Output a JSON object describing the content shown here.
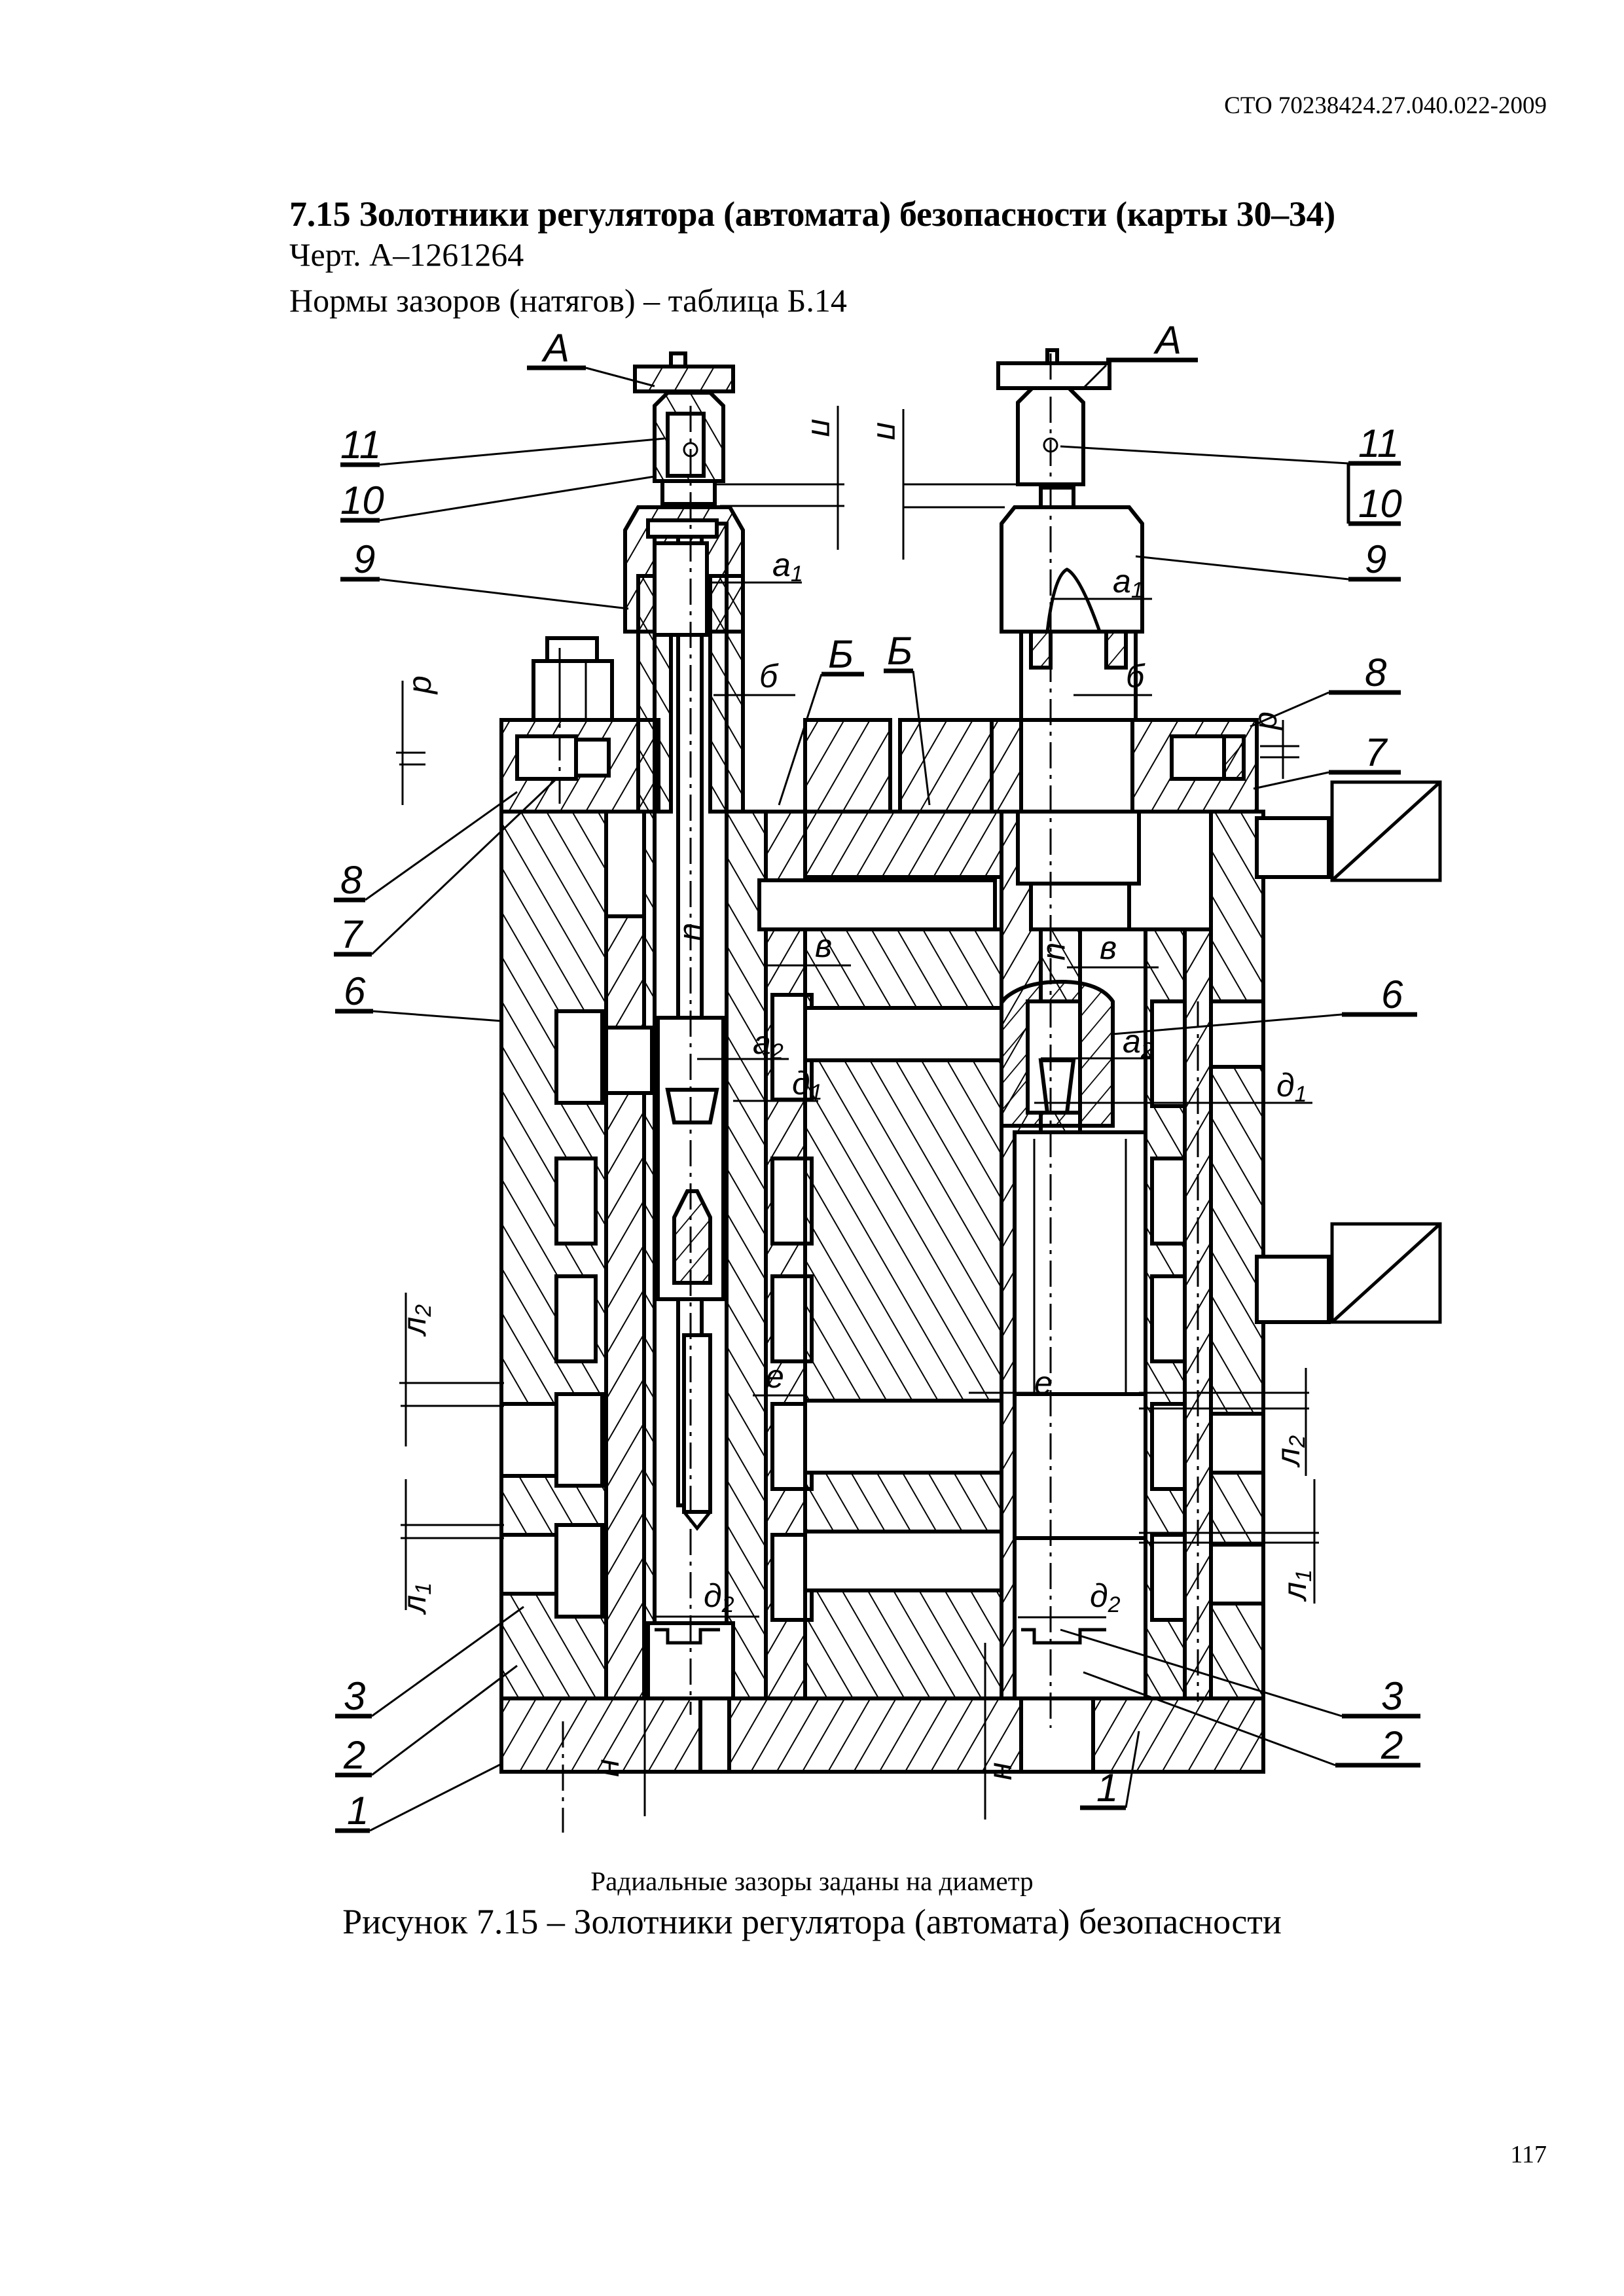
{
  "header": {
    "standard_code": "СТО 70238424.27.040.022-2009"
  },
  "section": {
    "title": "7.15 Золотники регулятора (автомата) безопасности (карты 30–34)",
    "drawing_ref": "Черт. А–1261264",
    "norms_ref": "Нормы зазоров (натягов) –  таблица Б.14"
  },
  "figure": {
    "left_assembly": {
      "part_callouts": [
        "11",
        "10",
        "9",
        "8",
        "7",
        "6",
        "3",
        "2",
        "1"
      ],
      "view_labels": [
        "А",
        "Б"
      ],
      "clearance_labels": {
        "p": "п",
        "a1": "а",
        "a1_sub": "1",
        "b": "б",
        "r": "р",
        "i": "и",
        "v": "в",
        "a2": "а",
        "a2_sub": "2",
        "d1": "д",
        "d1_sub": "1",
        "l2": "л",
        "l2_sub": "2",
        "e": "е",
        "l1": "л",
        "l1_sub": "1",
        "d2": "д",
        "d2_sub": "2",
        "n": "н"
      }
    },
    "right_assembly": {
      "part_callouts": [
        "11",
        "10",
        "9",
        "8",
        "7",
        "6",
        "3",
        "2",
        "1"
      ],
      "view_labels": [
        "А",
        "Б"
      ],
      "clearance_labels": {
        "p": "п",
        "a1": "а",
        "a1_sub": "1",
        "b": "б",
        "r": "р",
        "i": "и",
        "v": "в",
        "a2": "а",
        "a2_sub": "2",
        "d1": "д",
        "d1_sub": "1",
        "e": "е",
        "l2": "л",
        "l2_sub": "2",
        "l1": "л",
        "l1_sub": "1",
        "d2": "д",
        "d2_sub": "2",
        "n": "н"
      }
    },
    "note": "Радиальные зазоры заданы на диаметр",
    "caption": "Рисунок 7.15 – Золотники регулятора (автомата) безопасности"
  },
  "footer": {
    "page_number": "117"
  }
}
